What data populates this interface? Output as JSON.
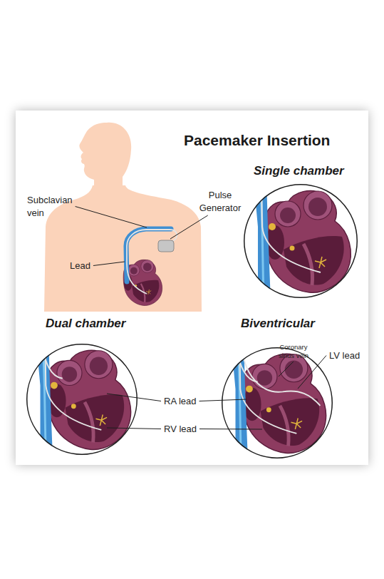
{
  "diagram": {
    "title": "Pacemaker Insertion",
    "nodes": [
      {
        "text": [
          "Single chamber"
        ]
      },
      {
        "text": [
          "Dual chamber"
        ]
      },
      {
        "text": [
          "Biventricular"
        ]
      }
    ],
    "labels": [
      "Subclavian vein",
      "Pulse Generator",
      "Lead",
      "RA lead",
      "RV lead",
      "Coronary sinus vein",
      "LV lead"
    ]
  }
}
